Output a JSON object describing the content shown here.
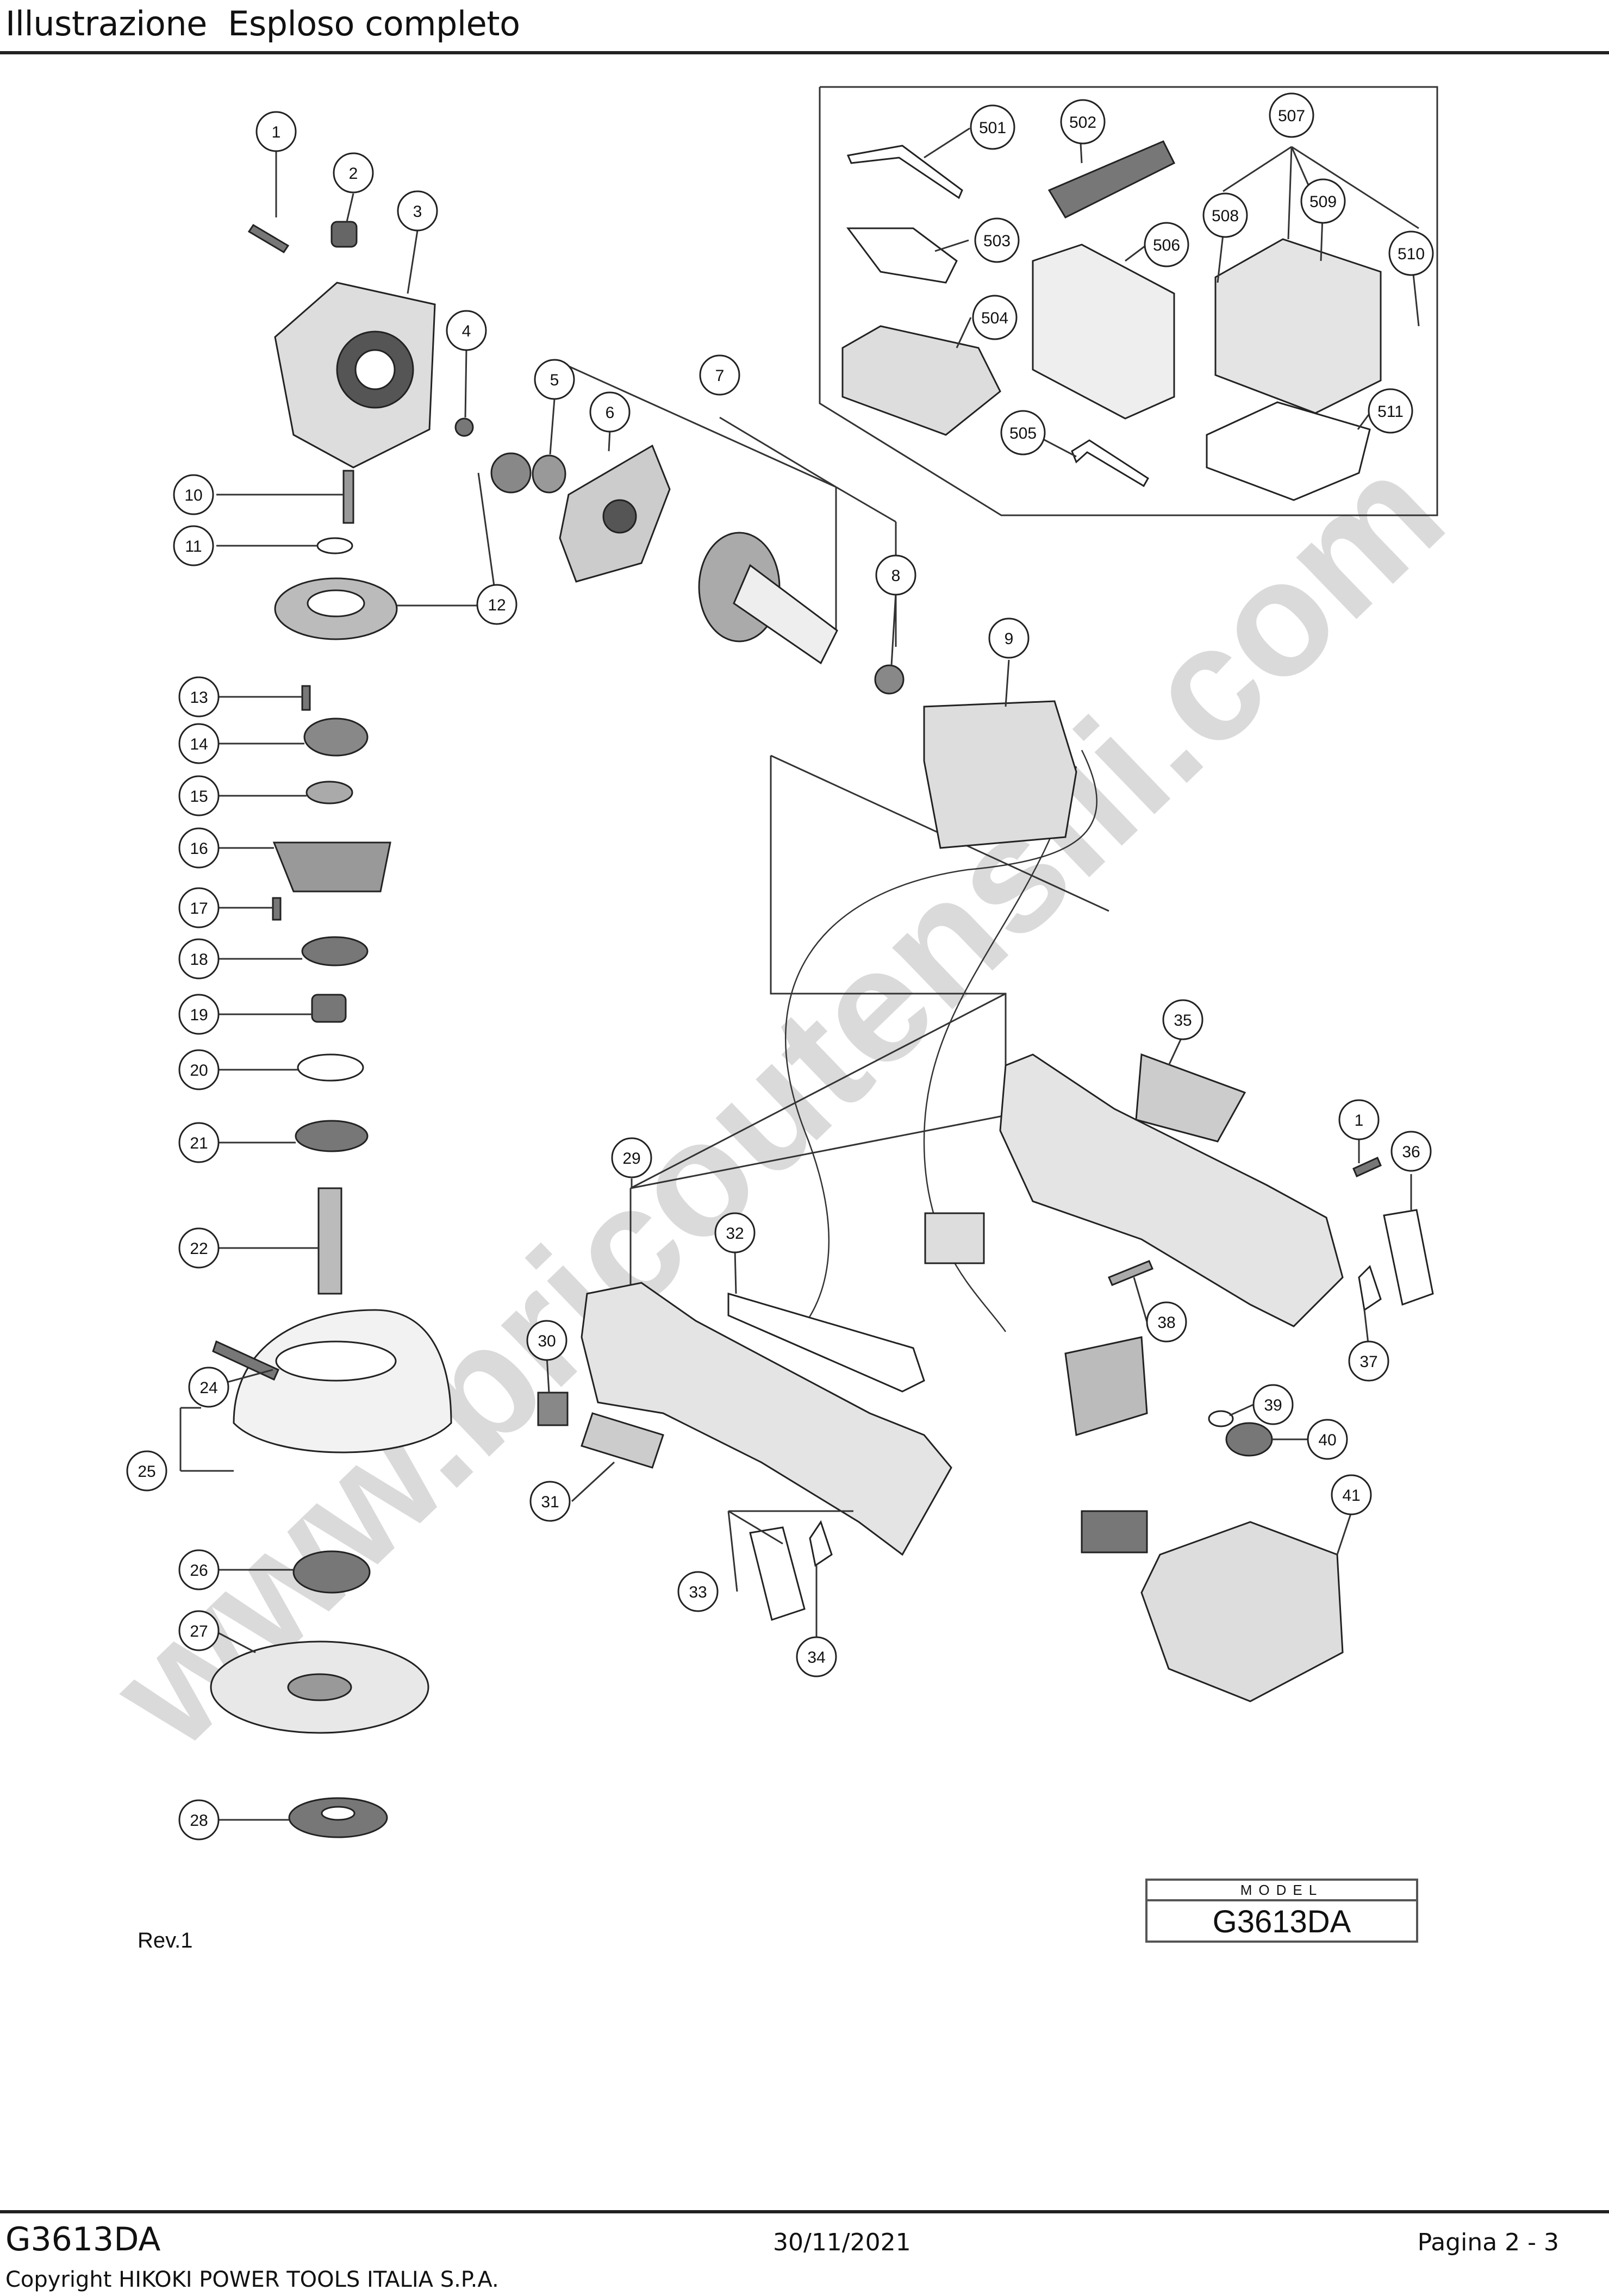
{
  "header": {
    "title": "Illustrazione  Esploso completo"
  },
  "watermark": {
    "text": "www.bricoutensili.com",
    "color": "#d4d4d4"
  },
  "diagram": {
    "callouts": [
      "1",
      "2",
      "3",
      "4",
      "5",
      "6",
      "7",
      "8",
      "9",
      "10",
      "11",
      "12",
      "13",
      "14",
      "15",
      "16",
      "17",
      "18",
      "19",
      "20",
      "21",
      "22",
      "24",
      "25",
      "26",
      "27",
      "28",
      "29",
      "30",
      "31",
      "32",
      "33",
      "34",
      "35",
      "1",
      "36",
      "37",
      "38",
      "39",
      "40",
      "41",
      "501",
      "502",
      "503",
      "504",
      "505",
      "506",
      "507",
      "508",
      "509",
      "510",
      "511"
    ],
    "rev_label": "Rev.1"
  },
  "model_box": {
    "caption": "MODEL",
    "value": "G3613DA"
  },
  "footer": {
    "model": "G3613DA",
    "date": "30/11/2021",
    "page": "Pagina 2 - 3",
    "copyright": "Copyright HIKOKI POWER TOOLS ITALIA S.P.A."
  }
}
